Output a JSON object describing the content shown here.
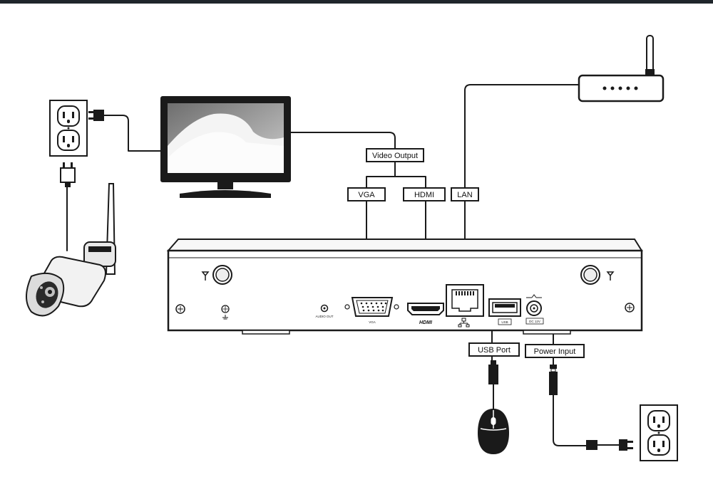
{
  "labels": {
    "video_output": "Video Output",
    "vga": "VGA",
    "hdmi": "HDMI",
    "lan": "LAN",
    "usb_port": "USB Port",
    "power_input": "Power Input"
  },
  "panel_markings": {
    "audio_out": "AUDIO OUT",
    "vga": "VGA",
    "hdmi": "HDMI",
    "usb": "USB",
    "dc": "DC 12V"
  },
  "colors": {
    "line": "#1a1a1a",
    "top_bar": "#1f262b"
  }
}
